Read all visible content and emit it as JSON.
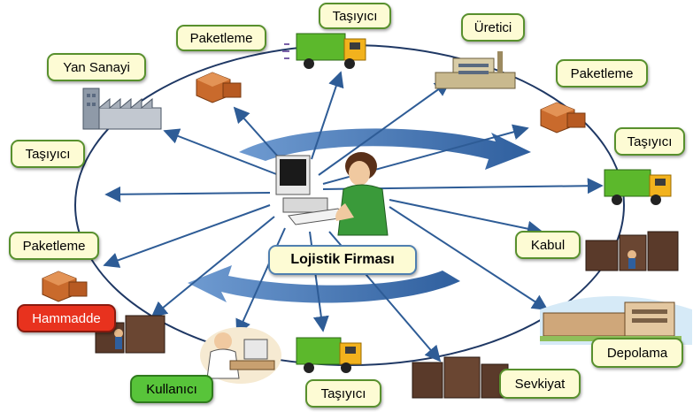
{
  "colors": {
    "ellipse": "#1f3864",
    "arrow": "#2e5c96",
    "cycle_arrow": "#4e7fbf",
    "label_fill": "#fdfbd4",
    "label_border": "#58902d",
    "hammadde_fill": "#e8321e",
    "kullanici_fill": "#58c43a",
    "truck_body": "#5cb82c",
    "truck_cab": "#f2b21d",
    "box": "#c96a2c"
  },
  "center": {
    "label": "Lojistik Firması"
  },
  "nodes": {
    "tasiyici_top": "Taşıyıcı",
    "uretici": "Üretici",
    "paketleme_top": "Paketleme",
    "yan_sanayi": "Yan Sanayi",
    "paketleme_right": "Paketleme",
    "tasiyici_left": "Taşıyıcı",
    "tasiyici_right": "Taşıyıcı",
    "paketleme_left": "Paketleme",
    "kabul": "Kabul",
    "hammadde": "Hammadde",
    "depolama": "Depolama",
    "sevkiyat": "Sevkiyat",
    "kullanici": "Kullanıcı",
    "tasiyici_bottom": "Taşıyıcı"
  },
  "icons": [
    "truck-icon",
    "factory-icon",
    "boxes-icon",
    "warehouse-icon",
    "pallets-icon",
    "computer-icon",
    "operator-icon",
    "user-icon"
  ]
}
